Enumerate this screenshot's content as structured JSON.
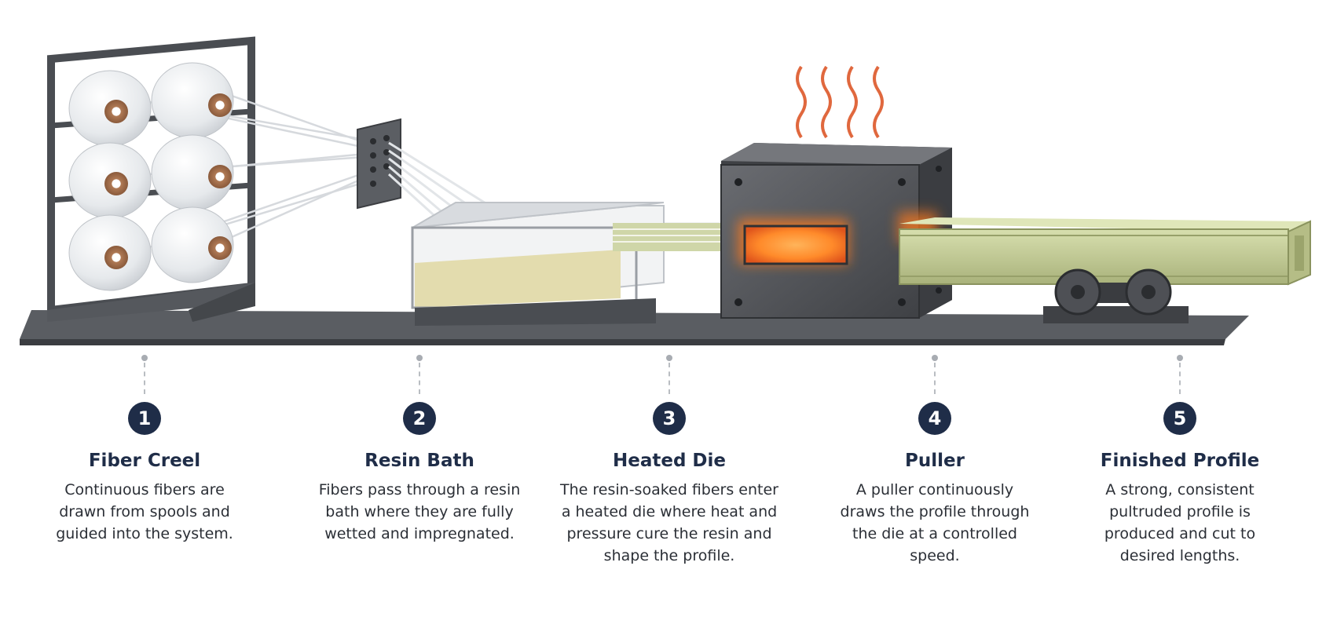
{
  "steps": [
    {
      "number": "1",
      "title": "Fiber Creel",
      "description": "Continuous fibers are drawn from spools and guided into the system."
    },
    {
      "number": "2",
      "title": "Resin Bath",
      "description": "Fibers pass through a resin bath where they are fully wetted and impregnated."
    },
    {
      "number": "3",
      "title": "Heated Die",
      "description": "The resin-soaked fibers enter a heated die where heat and pressure cure the resin and shape the profile."
    },
    {
      "number": "4",
      "title": "Puller",
      "description": "A puller continuously draws the profile through the die at a controlled speed."
    },
    {
      "number": "5",
      "title": "Finished Profile",
      "description": "A strong, consistent pultruded profile is produced and cut to desired lengths."
    }
  ],
  "colors": {
    "badge": "#1f2d48",
    "title": "#1f2d48",
    "text": "#2b2f36",
    "base_plate": "#4a4d52",
    "resin": "#e3dcae",
    "die_body": "#55575c",
    "die_glow": "#ff8a2a",
    "profile": "#c3cc98",
    "heat_waves": "#e0683e"
  }
}
